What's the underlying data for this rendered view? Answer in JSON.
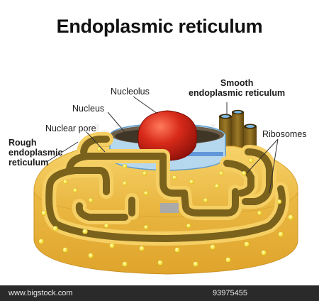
{
  "title": "Endoplasmic reticulum",
  "labels": {
    "nucleolus": "Nucleolus",
    "nucleus": "Nucleus",
    "nuclear_pore": "Nuclear pore",
    "rough_er_line1": "Rough",
    "rough_er_line2": "endoplasmic",
    "rough_er_line3": "reticulum",
    "smooth_er_line1": "Smooth",
    "smooth_er_line2": "endoplasmic reticulum",
    "ribosomes": "Ribosomes"
  },
  "watermark": "bigstock",
  "footer": {
    "site": "www.bigstock.com",
    "id": "93975455"
  },
  "colors": {
    "membrane_fill": "#f2c34a",
    "membrane_dark": "#e2a92c",
    "lumen": "#7e6a1e",
    "lumen_dark": "#5e4d10",
    "ribosome": "#fff15a",
    "nucleolus": "#d42418",
    "nucleus_rim": "#9ec9e8",
    "smooth_er_tube": "#8a6a1c"
  }
}
